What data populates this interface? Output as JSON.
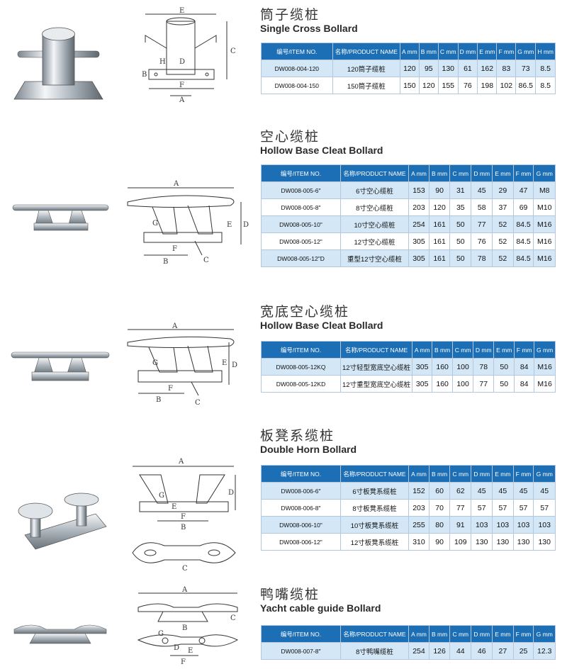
{
  "sections": [
    {
      "title_zh": "筒子缆桩",
      "title_en": "Single Cross Bollard",
      "headers": [
        "编号/ITEM NO.",
        "名称/PRODUCT NAME",
        "A mm",
        "B mm",
        "C mm",
        "D mm",
        "E mm",
        "F mm",
        "G mm",
        "H mm"
      ],
      "rows": [
        [
          "DW008-004-120",
          "120筒子缆桩",
          "120",
          "95",
          "130",
          "61",
          "162",
          "83",
          "73",
          "8.5"
        ],
        [
          "DW008-004-150",
          "150筒子缆桩",
          "150",
          "120",
          "155",
          "76",
          "198",
          "102",
          "86.5",
          "8.5"
        ]
      ]
    },
    {
      "title_zh": "空心缆桩",
      "title_en": "Hollow Base Cleat Bollard",
      "headers": [
        "编号/ITEM NO.",
        "名称/PRODUCT NAME",
        "A mm",
        "B mm",
        "C mm",
        "D mm",
        "E mm",
        "F mm",
        "G mm"
      ],
      "rows": [
        [
          "DW008-005-6\"",
          "6寸空心缆桩",
          "153",
          "90",
          "31",
          "45",
          "29",
          "47",
          "M8"
        ],
        [
          "DW008-005-8\"",
          "8寸空心缆桩",
          "203",
          "120",
          "35",
          "58",
          "37",
          "69",
          "M10"
        ],
        [
          "DW008-005-10\"",
          "10寸空心缆桩",
          "254",
          "161",
          "50",
          "77",
          "52",
          "84.5",
          "M16"
        ],
        [
          "DW008-005-12\"",
          "12寸空心缆桩",
          "305",
          "161",
          "50",
          "76",
          "52",
          "84.5",
          "M16"
        ],
        [
          "DW008-005-12\"D",
          "重型12寸空心缆桩",
          "305",
          "161",
          "50",
          "78",
          "52",
          "84.5",
          "M16"
        ]
      ]
    },
    {
      "title_zh": "宽底空心缆桩",
      "title_en": "Hollow Base Cleat Bollard",
      "headers": [
        "编号/ITEM NO.",
        "名称/PRODUCT NAME",
        "A mm",
        "B mm",
        "C mm",
        "D mm",
        "E mm",
        "F mm",
        "G mm"
      ],
      "rows": [
        [
          "DW008-005-12KQ",
          "12寸轻型宽底空心缆桩",
          "305",
          "160",
          "100",
          "78",
          "50",
          "84",
          "M16"
        ],
        [
          "DW008-005-12KD",
          "12寸重型宽底空心缆桩",
          "305",
          "160",
          "100",
          "77",
          "50",
          "84",
          "M16"
        ]
      ]
    },
    {
      "title_zh": "板凳系缆桩",
      "title_en": "Double Horn Bollard",
      "headers": [
        "编号/ITEM NO.",
        "名称/PRODUCT NAME",
        "A mm",
        "B mm",
        "C mm",
        "D mm",
        "E mm",
        "F mm",
        "G mm"
      ],
      "rows": [
        [
          "DW008-006-6\"",
          "6寸板凳系缆桩",
          "152",
          "60",
          "62",
          "45",
          "45",
          "45",
          "45"
        ],
        [
          "DW008-006-8\"",
          "8寸板凳系缆桩",
          "203",
          "70",
          "77",
          "57",
          "57",
          "57",
          "57"
        ],
        [
          "DW008-006-10\"",
          "10寸板凳系缆桩",
          "255",
          "80",
          "91",
          "103",
          "103",
          "103",
          "103"
        ],
        [
          "DW008-006-12\"",
          "12寸板凳系缆桩",
          "310",
          "90",
          "109",
          "130",
          "130",
          "130",
          "130"
        ]
      ]
    },
    {
      "title_zh": "鸭嘴缆桩",
      "title_en": "Yacht cable guide Bollard",
      "headers": [
        "编号/ITEM NO.",
        "名称/PRODUCT NAME",
        "A mm",
        "B mm",
        "C mm",
        "D mm",
        "E mm",
        "F mm",
        "G mm"
      ],
      "rows": [
        [
          "DW008-007-8\"",
          "8寸鸭嘴缆桩",
          "254",
          "126",
          "44",
          "46",
          "27",
          "25",
          "12.3"
        ]
      ]
    }
  ],
  "drawing_labels": {
    "s0": [
      "E",
      "C",
      "H",
      "D",
      "F",
      "A",
      "B"
    ],
    "s1": [
      "A",
      "G",
      "E",
      "D",
      "B",
      "F",
      "C"
    ],
    "s2": [
      "A",
      "G",
      "D",
      "E",
      "B",
      "F",
      "C"
    ],
    "s3": [
      "A",
      "D",
      "G",
      "E",
      "F",
      "B",
      "C"
    ],
    "s4": [
      "A",
      "C",
      "B",
      "G",
      "D",
      "E",
      "F"
    ]
  }
}
